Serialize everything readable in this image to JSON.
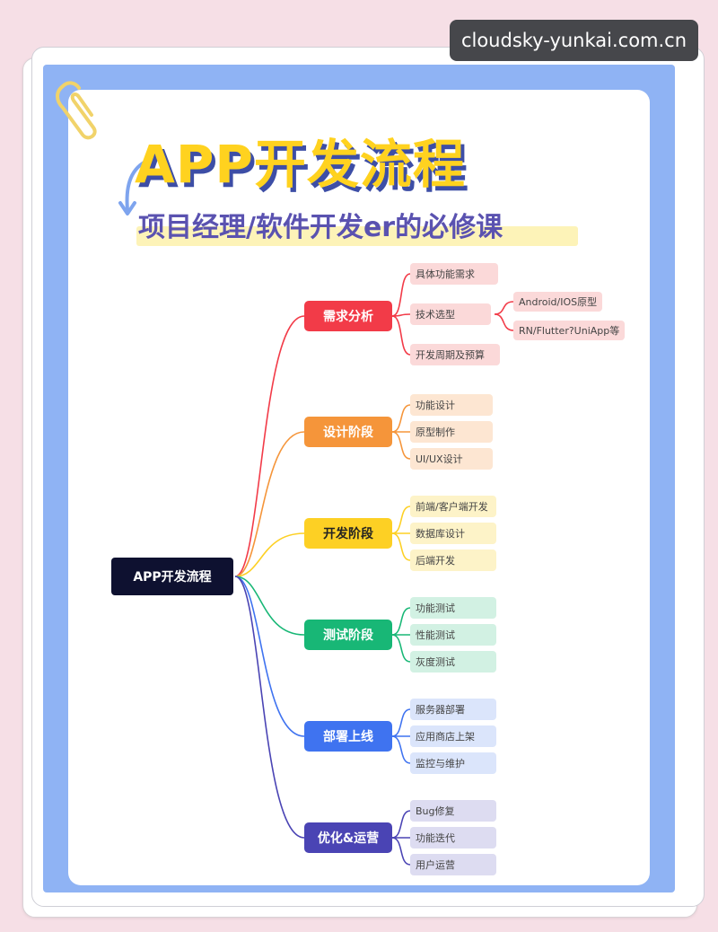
{
  "watermark": "cloudsky-yunkai.com.cn",
  "title": "APP开发流程",
  "subtitle": "项目经理/软件开发er的必修课",
  "colors": {
    "background": "#f6dfe6",
    "frame": "#8fb3f4",
    "title_fill": "#ffd21f",
    "title_shadow": "#3d4ea6",
    "subtitle": "#5a52b0"
  },
  "mindmap": {
    "root": "APP开发流程",
    "branches": [
      {
        "label": "需求分析",
        "color": "#f23b48",
        "leaf_bg": "#fbd9d9",
        "children": [
          "具体功能需求",
          "技术选型",
          "开发周期及预算"
        ]
      },
      {
        "label": "设计阶段",
        "color": "#f5953a",
        "leaf_bg": "#fde6d2",
        "children": [
          "功能设计",
          "原型制作",
          "UI/UX设计"
        ]
      },
      {
        "label": "开发阶段",
        "color": "#fdd024",
        "leaf_bg": "#fdf3c8",
        "children": [
          "前端/客户端开发",
          "数据库设计",
          "后端开发"
        ]
      },
      {
        "label": "测试阶段",
        "color": "#18b776",
        "leaf_bg": "#d2f1e3",
        "children": [
          "功能测试",
          "性能测试",
          "灰度测试"
        ]
      },
      {
        "label": "部署上线",
        "color": "#3f73f0",
        "leaf_bg": "#dbe5fb",
        "children": [
          "服务器部署",
          "应用商店上架",
          "监控与维护"
        ]
      },
      {
        "label": "优化&运营",
        "color": "#4a44b4",
        "leaf_bg": "#dddcf1",
        "children": [
          "Bug修复",
          "功能迭代",
          "用户运营"
        ]
      }
    ],
    "tech_options": [
      "Android/IOS原型",
      "RN/Flutter?UniApp等"
    ]
  }
}
